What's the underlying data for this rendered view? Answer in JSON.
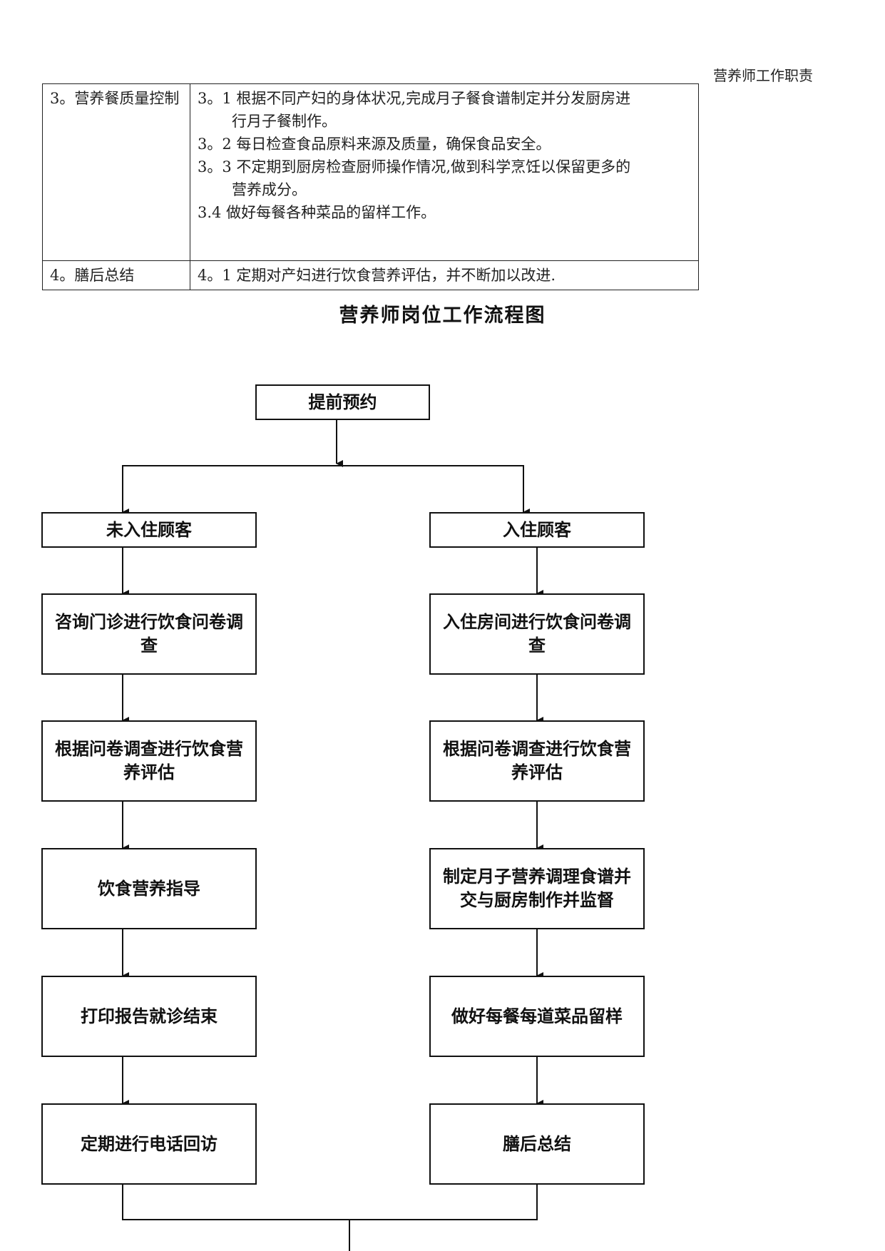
{
  "header": {
    "running_title": "营养师工作职责"
  },
  "table": {
    "rows": [
      {
        "category": "3。营养餐质量控制",
        "items": [
          {
            "first": "3。1 根据不同产妇的身体状况,完成月子餐食谱制定并分发厨房进",
            "cont": "行月子餐制作。"
          },
          {
            "first": "3。2 每日检查食品原料来源及质量，确保食品安全。",
            "cont": ""
          },
          {
            "first": "3。3 不定期到厨房检查厨师操作情况,做到科学烹饪以保留更多的",
            "cont": "营养成分。"
          },
          {
            "first": "3.4 做好每餐各种菜品的留样工作。",
            "cont": ""
          }
        ]
      },
      {
        "category": "4。膳后总结",
        "items": [
          {
            "first": "4。1 定期对产妇进行饮食营养评估，并不断加以改进.",
            "cont": ""
          }
        ]
      }
    ]
  },
  "flowchart": {
    "title": "营养师岗位工作流程图",
    "start": "提前预约",
    "left": [
      "未入住顾客",
      "咨询门诊进行饮食问卷调查",
      "根据问卷调查进行饮食营养评估",
      "饮食营养指导",
      "打印报告就诊结束",
      "定期进行电话回访"
    ],
    "right": [
      "入住顾客",
      "入住房间进行饮食问卷调查",
      "根据问卷调查进行饮食营养评估",
      "制定月子营养调理食谱并交与厨房制作并监督",
      "做好每餐每道菜品留样",
      "膳后总结"
    ]
  }
}
